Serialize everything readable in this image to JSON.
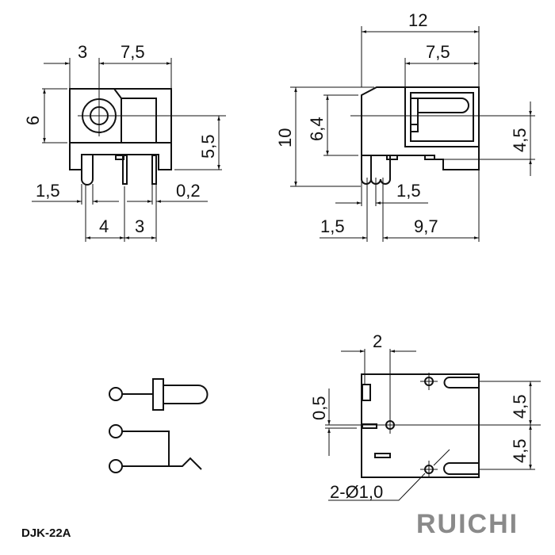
{
  "model": "DJK-22A",
  "brand": {
    "name": "RUICHI",
    "text_color": "#8a8a8a",
    "dot_color": "#e05555"
  },
  "front_view": {
    "dim_left_top": "3",
    "dim_right_top": "7,5",
    "dim_height": "6",
    "dim_center_height": "5,5",
    "dim_pin_width": "1,5",
    "dim_pin_thickness": "0,2",
    "dim_pitch_1": "4",
    "dim_pitch_2": "3"
  },
  "side_view": {
    "dim_total_length": "12",
    "dim_opening": "7,5",
    "dim_height": "10",
    "dim_body_height": "6,4",
    "dim_center_height": "4,5",
    "dim_pin_offset": "1,5",
    "dim_pin_width": "1,5",
    "dim_pin_to_end": "9,7"
  },
  "bottom_view": {
    "dim_hole_offset": "2",
    "dim_slot": "0,5",
    "dim_upper_pitch": "4,5",
    "dim_lower_pitch": "4,5",
    "hole_callout": "2-Ø1,0"
  }
}
